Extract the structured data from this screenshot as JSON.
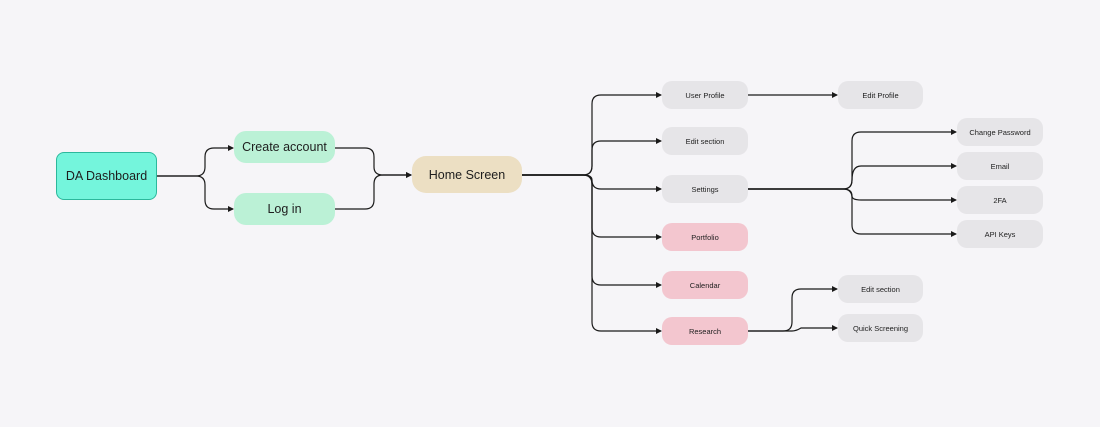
{
  "diagram": {
    "root": {
      "label": "DA Dashboard",
      "color": "#74f5dc"
    },
    "auth": [
      {
        "label": "Create account"
      },
      {
        "label": "Log in"
      }
    ],
    "hub": {
      "label": "Home Screen"
    },
    "home_children": [
      {
        "label": "User Profile",
        "color": "#e6e5e8"
      },
      {
        "label": "Edit section",
        "color": "#e6e5e8"
      },
      {
        "label": "Settings",
        "color": "#e6e5e8"
      },
      {
        "label": "Portfolio",
        "color": "#f3c6cf"
      },
      {
        "label": "Calendar",
        "color": "#f3c6cf"
      },
      {
        "label": "Research",
        "color": "#f3c6cf"
      }
    ],
    "user_profile_children": [
      {
        "label": "Edit Profile"
      }
    ],
    "settings_children": [
      {
        "label": "Change Password"
      },
      {
        "label": "Email"
      },
      {
        "label": "2FA"
      },
      {
        "label": "API Keys"
      }
    ],
    "research_children": [
      {
        "label": "Edit section"
      },
      {
        "label": "Quick Screening"
      }
    ],
    "colors": {
      "accent_node": "#74f5dc",
      "auth_node": "#bbf1d6",
      "hub_node": "#ecdfc3",
      "default_node": "#e6e5e8",
      "highlight_node": "#f3c6cf",
      "edge": "#1a1a1a"
    }
  }
}
